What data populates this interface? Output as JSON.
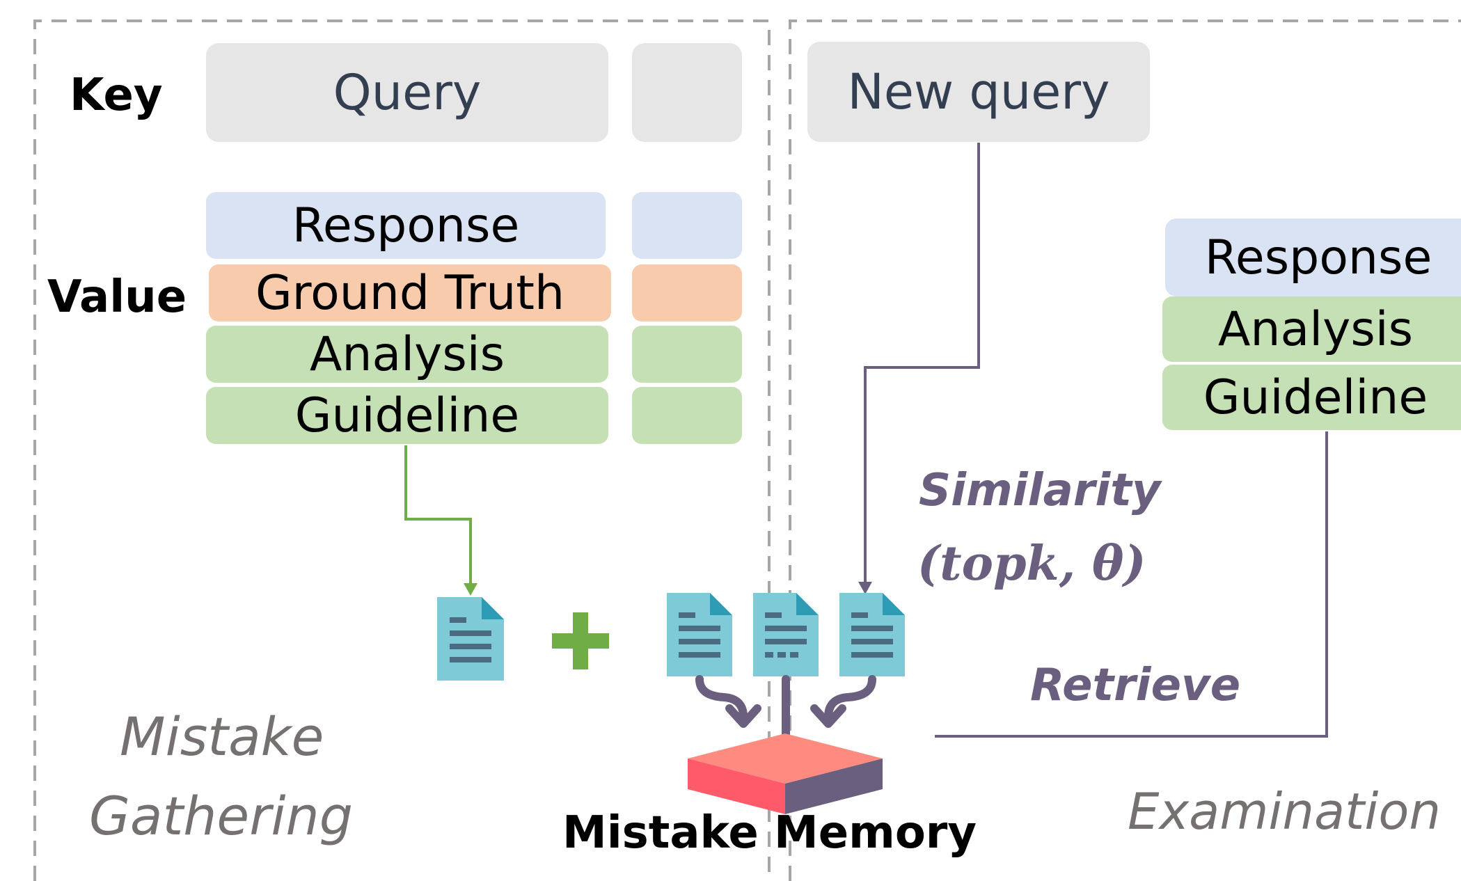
{
  "left_panel": {
    "key_label": "Key",
    "value_label": "Value",
    "query_label": "Query",
    "response_label": "Response",
    "ground_truth_label": "Ground Truth",
    "analysis_label": "Analysis",
    "guideline_label": "Guideline",
    "section_title_line1": "Mistake",
    "section_title_line2": "Gathering"
  },
  "center": {
    "memory_label": "Mistake Memory"
  },
  "right_panel": {
    "new_query_label": "New query",
    "response_label": "Response",
    "analysis_label": "Analysis",
    "guideline_label": "Guideline",
    "similarity_label": "Similarity",
    "similarity_params": "(topk, θ)",
    "retrieve_label": "Retrieve",
    "section_title": "Examination"
  },
  "colors": {
    "gray_box": "#e6e6e6",
    "blue_box": "#dae3f3",
    "orange_box": "#f8cbad",
    "green_box": "#c5e0b4",
    "green_arrow": "#70ad47",
    "purple_arrow": "#6a5f7e",
    "doc_icon": "#7ecad6",
    "memory_red": "#ff6b78",
    "memory_purple": "#6a5f7e"
  }
}
